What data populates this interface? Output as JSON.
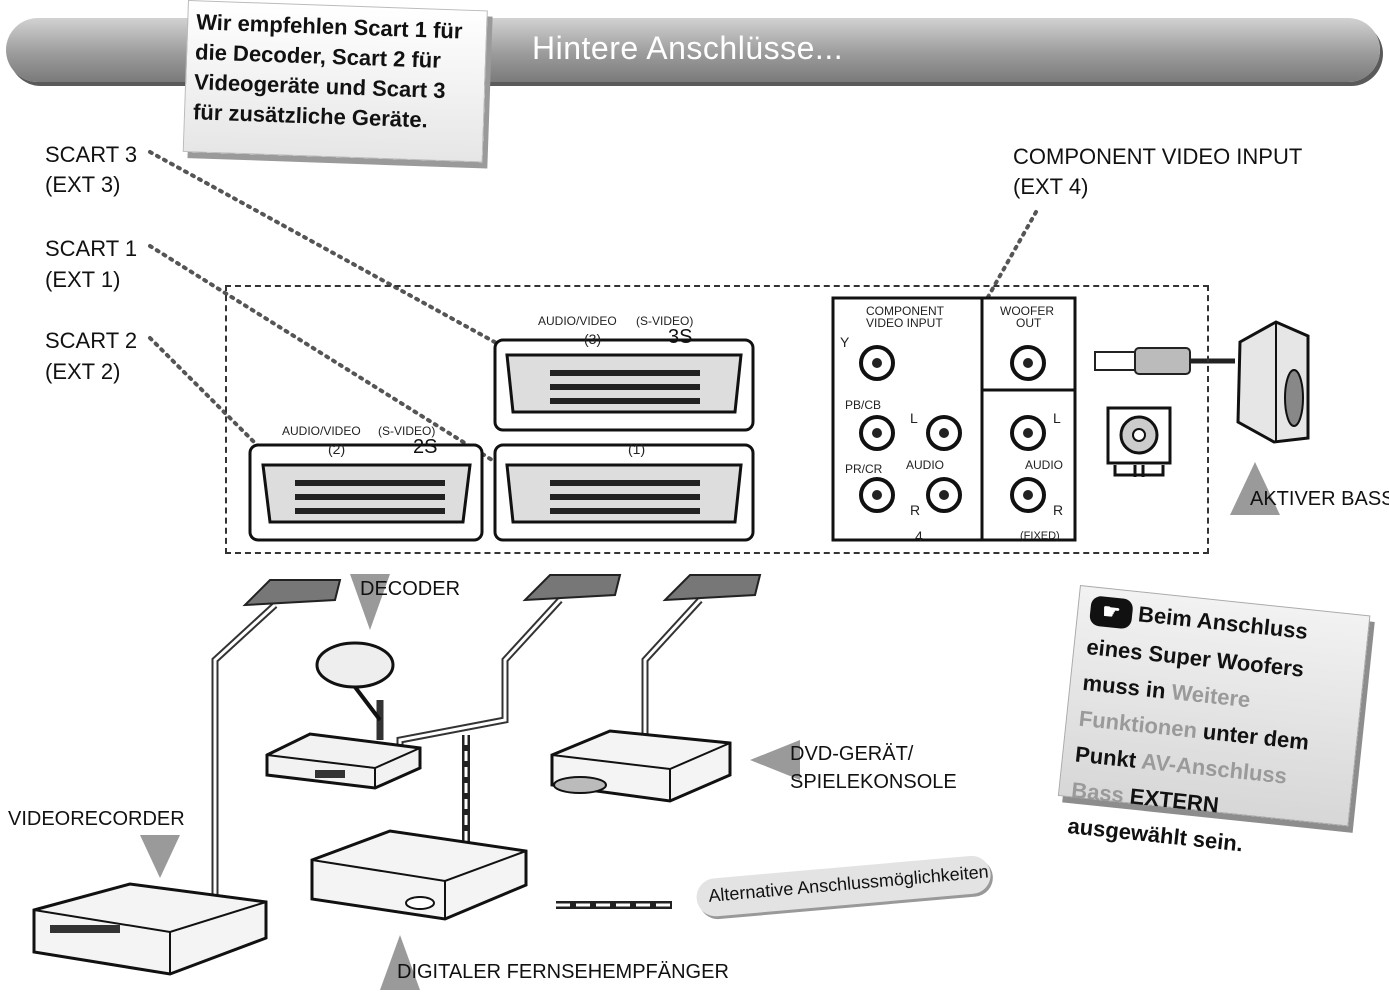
{
  "header": {
    "title": "Hintere Anschlüsse..."
  },
  "note_top": {
    "text": "Wir empfehlen Scart 1 für die Decoder, Scart 2 für Videogeräte und Scart 3 für zusätzliche Geräte."
  },
  "connectors": {
    "scart3": {
      "name": "SCART 3",
      "ext": "(EXT 3)"
    },
    "scart1": {
      "name": "SCART 1",
      "ext": "(EXT 1)"
    },
    "scart2": {
      "name": "SCART 2",
      "ext": "(EXT 2)"
    },
    "component": {
      "name": "COMPONENT VIDEO INPUT",
      "ext": "(EXT 4)"
    }
  },
  "panel": {
    "sc3_av": "AUDIO/VIDEO",
    "sc3_sv": "(S-VIDEO)",
    "sc3_num": "(3)",
    "sc3_s": "3S",
    "sc2_av": "AUDIO/VIDEO",
    "sc2_sv": "(S-VIDEO)",
    "sc2_num": "(2)",
    "sc2_s": "2S",
    "sc1_num": "(1)",
    "comp_title1": "COMPONENT",
    "comp_title2": "VIDEO INPUT",
    "y": "Y",
    "pb": "PB/CB",
    "pr": "PR/CR",
    "l": "L",
    "r": "R",
    "audio": "AUDIO",
    "ext4": "4",
    "woofer1": "WOOFER",
    "woofer2": "OUT",
    "audio2": "AUDIO",
    "l2": "L",
    "r2": "R",
    "fixed": "(FIXED)"
  },
  "devices": {
    "aktiver_bass": "AKTIVER BASS",
    "decoder": "DECODER",
    "dvd1": "DVD-GERÄT/",
    "dvd2": "SPIELEKONSOLE",
    "videorecorder": "VIDEORECORDER",
    "digital": "DIGITALER FERNSEHEMPFÄNGER"
  },
  "note_right": {
    "l1": "Beim Anschluss",
    "l2": "eines Super Woofers",
    "l3a": "muss in ",
    "l3b": "Weitere",
    "l4a": "Funktionen",
    "l4b": " unter dem",
    "l5a": "Punkt ",
    "l5b": "AV-Anschluss",
    "l6a": "Bass",
    "l6b": " EXTERN",
    "l7": "ausgewählt sein."
  },
  "legend": {
    "alt": "Alternative Anschlussmöglichkeiten"
  },
  "colors": {
    "banner": "#9c9c9c",
    "ink": "#111111",
    "highlight": "#9a9a9a"
  }
}
